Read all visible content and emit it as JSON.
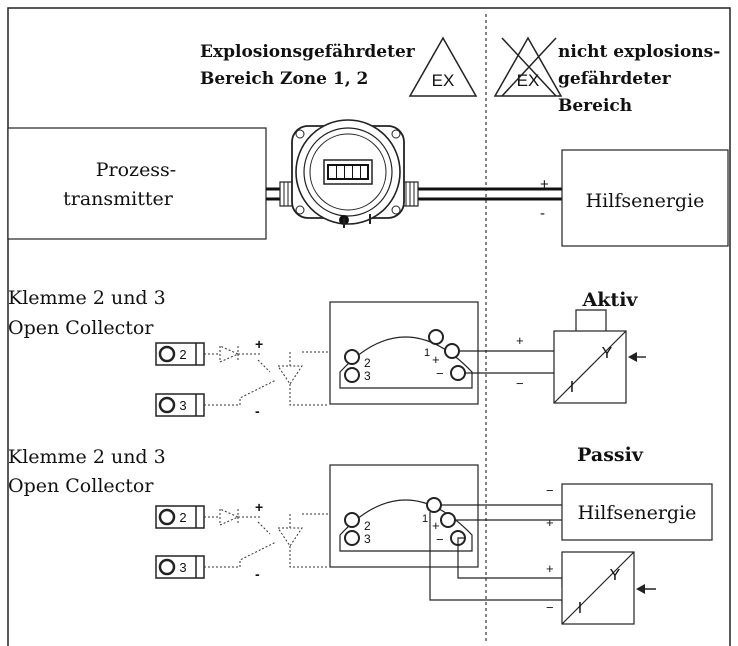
{
  "zones": {
    "hazardous_line1": "Explosionsgefährdeter",
    "hazardous_line2": "Bereich Zone 1, 2",
    "safe_line1": "nicht explosions-",
    "safe_line2": "gefährdeter",
    "safe_line3": "Bereich",
    "ex_symbol": "EX"
  },
  "top": {
    "transmitter_line1": "Prozess-",
    "transmitter_line2": "transmitter",
    "supply": "Hilfsenergie",
    "plus": "+",
    "minus": "-"
  },
  "section_active": {
    "terminal_label_line1": "Klemme 2 und 3",
    "terminal_label_line2": "Open Collector",
    "mode": "Aktiv",
    "term2": "2",
    "term3": "3",
    "plus": "+",
    "minus": "-",
    "y": "Y",
    "i": "I",
    "inner_1": "1",
    "inner_plus": "+",
    "inner_minus": "−",
    "inner_2": "2",
    "inner_3": "3",
    "plus_out": "+",
    "minus_out": "−"
  },
  "section_passive": {
    "terminal_label_line1": "Klemme 2 und 3",
    "terminal_label_line2": "Open Collector",
    "mode": "Passiv",
    "supply": "Hilfsenergie",
    "term2": "2",
    "term3": "3",
    "plus": "+",
    "minus": "-",
    "y": "Y",
    "i": "I",
    "inner_1": "1",
    "inner_plus": "+",
    "inner_minus": "−",
    "inner_2": "2",
    "inner_3": "3",
    "supply_minus": "−",
    "supply_plus": "+",
    "conv_plus": "+",
    "conv_minus": "−"
  }
}
